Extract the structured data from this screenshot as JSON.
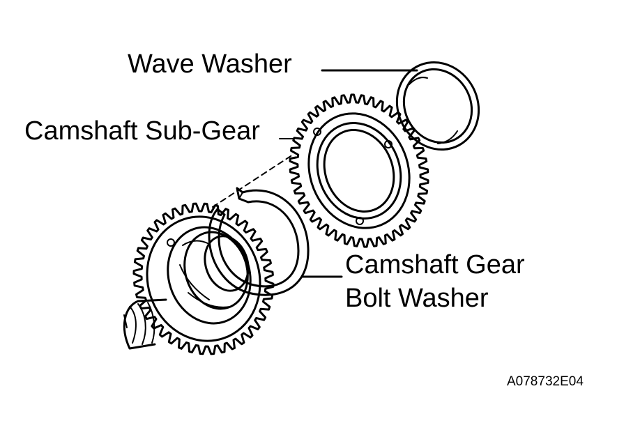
{
  "labels": {
    "wave_washer": "Wave Washer",
    "camshaft_sub_gear": "Camshaft Sub-Gear",
    "camshaft_gear_bolt_washer_line1": "Camshaft Gear",
    "camshaft_gear_bolt_washer_line2": "Bolt Washer"
  },
  "figure_code": "A078732E04",
  "colors": {
    "ink": "#000000",
    "paper": "#ffffff"
  }
}
